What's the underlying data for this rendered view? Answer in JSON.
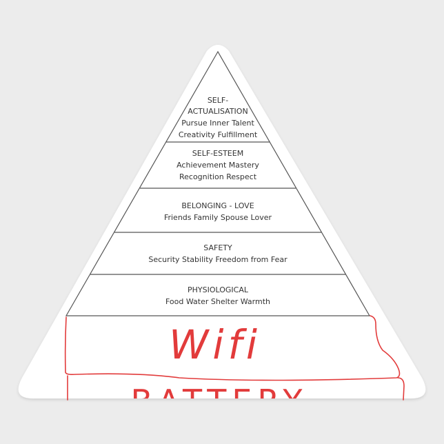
{
  "levels": [
    {
      "title_lines": [
        "SELF-",
        "ACTUALISATION"
      ],
      "detail_lines": [
        "Pursue Inner Talent",
        "Creativity Fulfillment"
      ]
    },
    {
      "title_lines": [
        "SELF-ESTEEM"
      ],
      "detail_lines": [
        "Achievement Mastery",
        "Recognition Respect"
      ]
    },
    {
      "title_lines": [
        "BELONGING - LOVE"
      ],
      "detail_lines": [
        "Friends Family Spouse Lover"
      ]
    },
    {
      "title_lines": [
        "SAFETY"
      ],
      "detail_lines": [
        "Security Stability Freedom from Fear"
      ]
    },
    {
      "title_lines": [
        "PHYSIOLOGICAL"
      ],
      "detail_lines": [
        "Food Water Shelter Warmth"
      ]
    }
  ],
  "handwritten": {
    "level_1": "Wifi",
    "level_2": "BATTERY"
  },
  "colors": {
    "background": "#ececec",
    "sticker": "#ffffff",
    "lines": "#555555",
    "handwriting": "#e23b3b"
  }
}
